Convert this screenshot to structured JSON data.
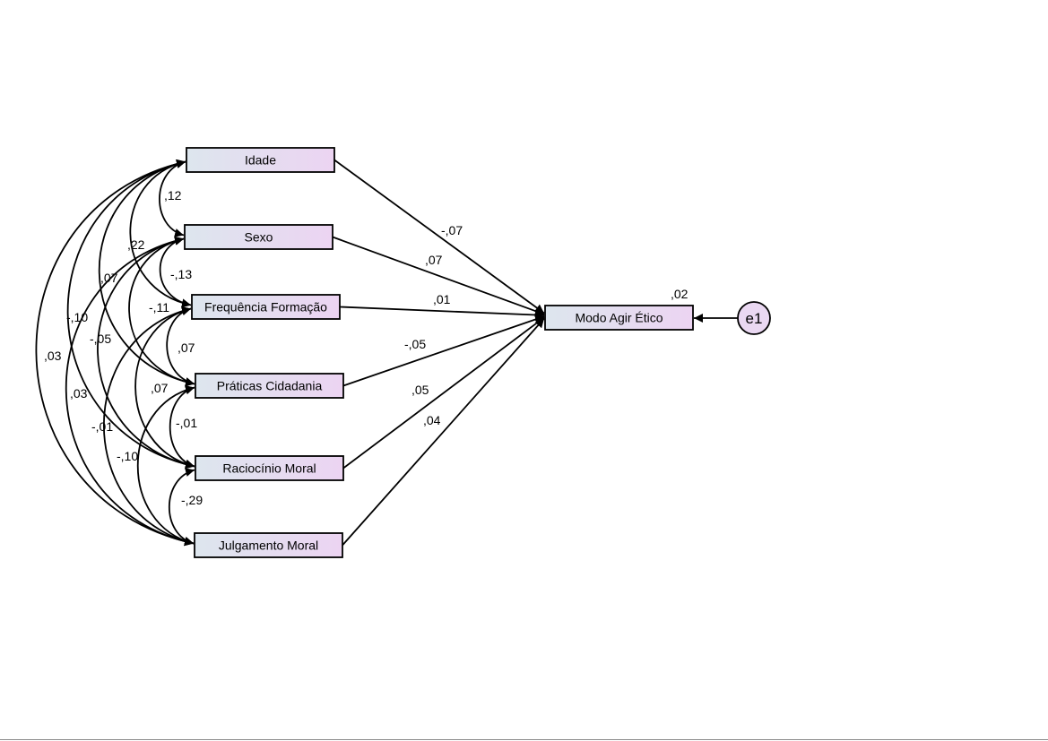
{
  "observed": [
    {
      "id": "idade",
      "label": "Idade"
    },
    {
      "id": "sexo",
      "label": "Sexo"
    },
    {
      "id": "freq",
      "label": "Frequência Formação"
    },
    {
      "id": "prat",
      "label": "Práticas Cidadania"
    },
    {
      "id": "racio",
      "label": "Raciocínio Moral"
    },
    {
      "id": "julg",
      "label": "Julgamento Moral"
    }
  ],
  "dependent": {
    "id": "modo",
    "label": "Modo Agir Ético",
    "r2": ",02"
  },
  "error": {
    "id": "e1",
    "label": "e1"
  },
  "paths": [
    {
      "from": "idade",
      "coef": "-,07"
    },
    {
      "from": "sexo",
      "coef": ",07"
    },
    {
      "from": "freq",
      "coef": ",01"
    },
    {
      "from": "prat",
      "coef": "-,05"
    },
    {
      "from": "racio",
      "coef": ",05"
    },
    {
      "from": "julg",
      "coef": ",04"
    }
  ],
  "covariances": [
    {
      "a": "idade",
      "b": "sexo",
      "coef": ",12"
    },
    {
      "a": "idade",
      "b": "freq",
      "coef": ",22"
    },
    {
      "a": "idade",
      "b": "prat",
      "coef": ",07"
    },
    {
      "a": "idade",
      "b": "racio",
      "coef": "-,10"
    },
    {
      "a": "idade",
      "b": "julg",
      "coef": ",03"
    },
    {
      "a": "sexo",
      "b": "freq",
      "coef": "-,13"
    },
    {
      "a": "sexo",
      "b": "prat",
      "coef": "-,11"
    },
    {
      "a": "sexo",
      "b": "racio",
      "coef": "-,05"
    },
    {
      "a": "sexo",
      "b": "julg",
      "coef": ",03"
    },
    {
      "a": "freq",
      "b": "prat",
      "coef": ",07"
    },
    {
      "a": "freq",
      "b": "racio",
      "coef": ",07"
    },
    {
      "a": "freq",
      "b": "julg",
      "coef": "-,01"
    },
    {
      "a": "prat",
      "b": "racio",
      "coef": "-,01"
    },
    {
      "a": "prat",
      "b": "julg",
      "coef": "-,10"
    },
    {
      "a": "racio",
      "b": "julg",
      "coef": "-,29"
    }
  ],
  "colors": {
    "box_left": "#dde6ee",
    "box_right": "#ecd4f2",
    "error_fill": "#ead8f2",
    "line": "#000000"
  }
}
